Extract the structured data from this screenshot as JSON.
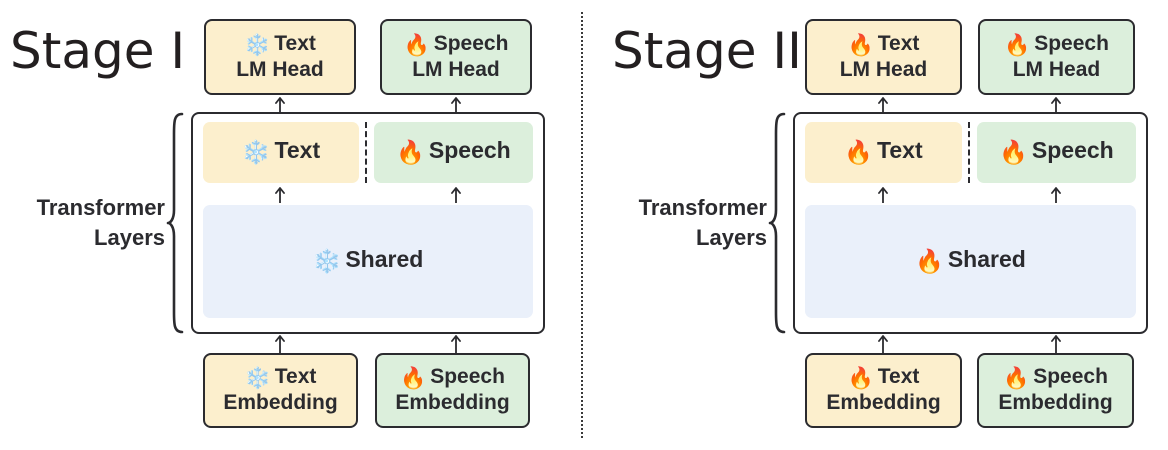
{
  "diagram": {
    "title_icons": {
      "frozen": "❄️",
      "trainable": "🔥"
    },
    "colors": {
      "yellow_fill": "#FCEFCD",
      "green_fill": "#DCEFDC",
      "blue_fill": "#EAF0FA",
      "outline": "#2b2b2f",
      "text": "#2b2b2f",
      "snowflake_blue": "#3FA9F5",
      "flame_orange": "#F5821F"
    },
    "separator": "dotted-vertical-divider"
  },
  "stages": [
    {
      "id": "stage-1",
      "title": "Stage I",
      "transformer_label_line1": "Transformer",
      "transformer_label_line2": "Layers",
      "heads": [
        {
          "id": "text-lm-head",
          "icon": "❄️",
          "icon_name": "snowflake-icon",
          "line1": "Text",
          "line2": "LM Head",
          "color": "yellow"
        },
        {
          "id": "speech-lm-head",
          "icon": "🔥",
          "icon_name": "flame-icon",
          "line1": "Speech",
          "line2": "LM Head",
          "color": "green"
        }
      ],
      "modality_layers": [
        {
          "id": "text-layer",
          "icon": "❄️",
          "icon_name": "snowflake-icon",
          "label": "Text",
          "color": "yellow"
        },
        {
          "id": "speech-layer",
          "icon": "🔥",
          "icon_name": "flame-icon",
          "label": "Speech",
          "color": "green"
        }
      ],
      "shared_layer": {
        "id": "shared-layer",
        "icon": "❄️",
        "icon_name": "snowflake-icon",
        "label": "Shared",
        "color": "blue"
      },
      "embeddings": [
        {
          "id": "text-embedding",
          "icon": "❄️",
          "icon_name": "snowflake-icon",
          "line1": "Text",
          "line2": "Embedding",
          "color": "yellow"
        },
        {
          "id": "speech-embedding",
          "icon": "🔥",
          "icon_name": "flame-icon",
          "line1": "Speech",
          "line2": "Embedding",
          "color": "green"
        }
      ]
    },
    {
      "id": "stage-2",
      "title": "Stage II",
      "transformer_label_line1": "Transformer",
      "transformer_label_line2": "Layers",
      "heads": [
        {
          "id": "text-lm-head",
          "icon": "🔥",
          "icon_name": "flame-icon",
          "line1": "Text",
          "line2": "LM Head",
          "color": "yellow"
        },
        {
          "id": "speech-lm-head",
          "icon": "🔥",
          "icon_name": "flame-icon",
          "line1": "Speech",
          "line2": "LM Head",
          "color": "green"
        }
      ],
      "modality_layers": [
        {
          "id": "text-layer",
          "icon": "🔥",
          "icon_name": "flame-icon",
          "label": "Text",
          "color": "yellow"
        },
        {
          "id": "speech-layer",
          "icon": "🔥",
          "icon_name": "flame-icon",
          "label": "Speech",
          "color": "green"
        }
      ],
      "shared_layer": {
        "id": "shared-layer",
        "icon": "🔥",
        "icon_name": "flame-icon",
        "label": "Shared",
        "color": "blue"
      },
      "embeddings": [
        {
          "id": "text-embedding",
          "icon": "🔥",
          "icon_name": "flame-icon",
          "line1": "Text",
          "line2": "Embedding",
          "color": "yellow"
        },
        {
          "id": "speech-embedding",
          "icon": "🔥",
          "icon_name": "flame-icon",
          "line1": "Speech",
          "line2": "Embedding",
          "color": "green"
        }
      ]
    }
  ]
}
